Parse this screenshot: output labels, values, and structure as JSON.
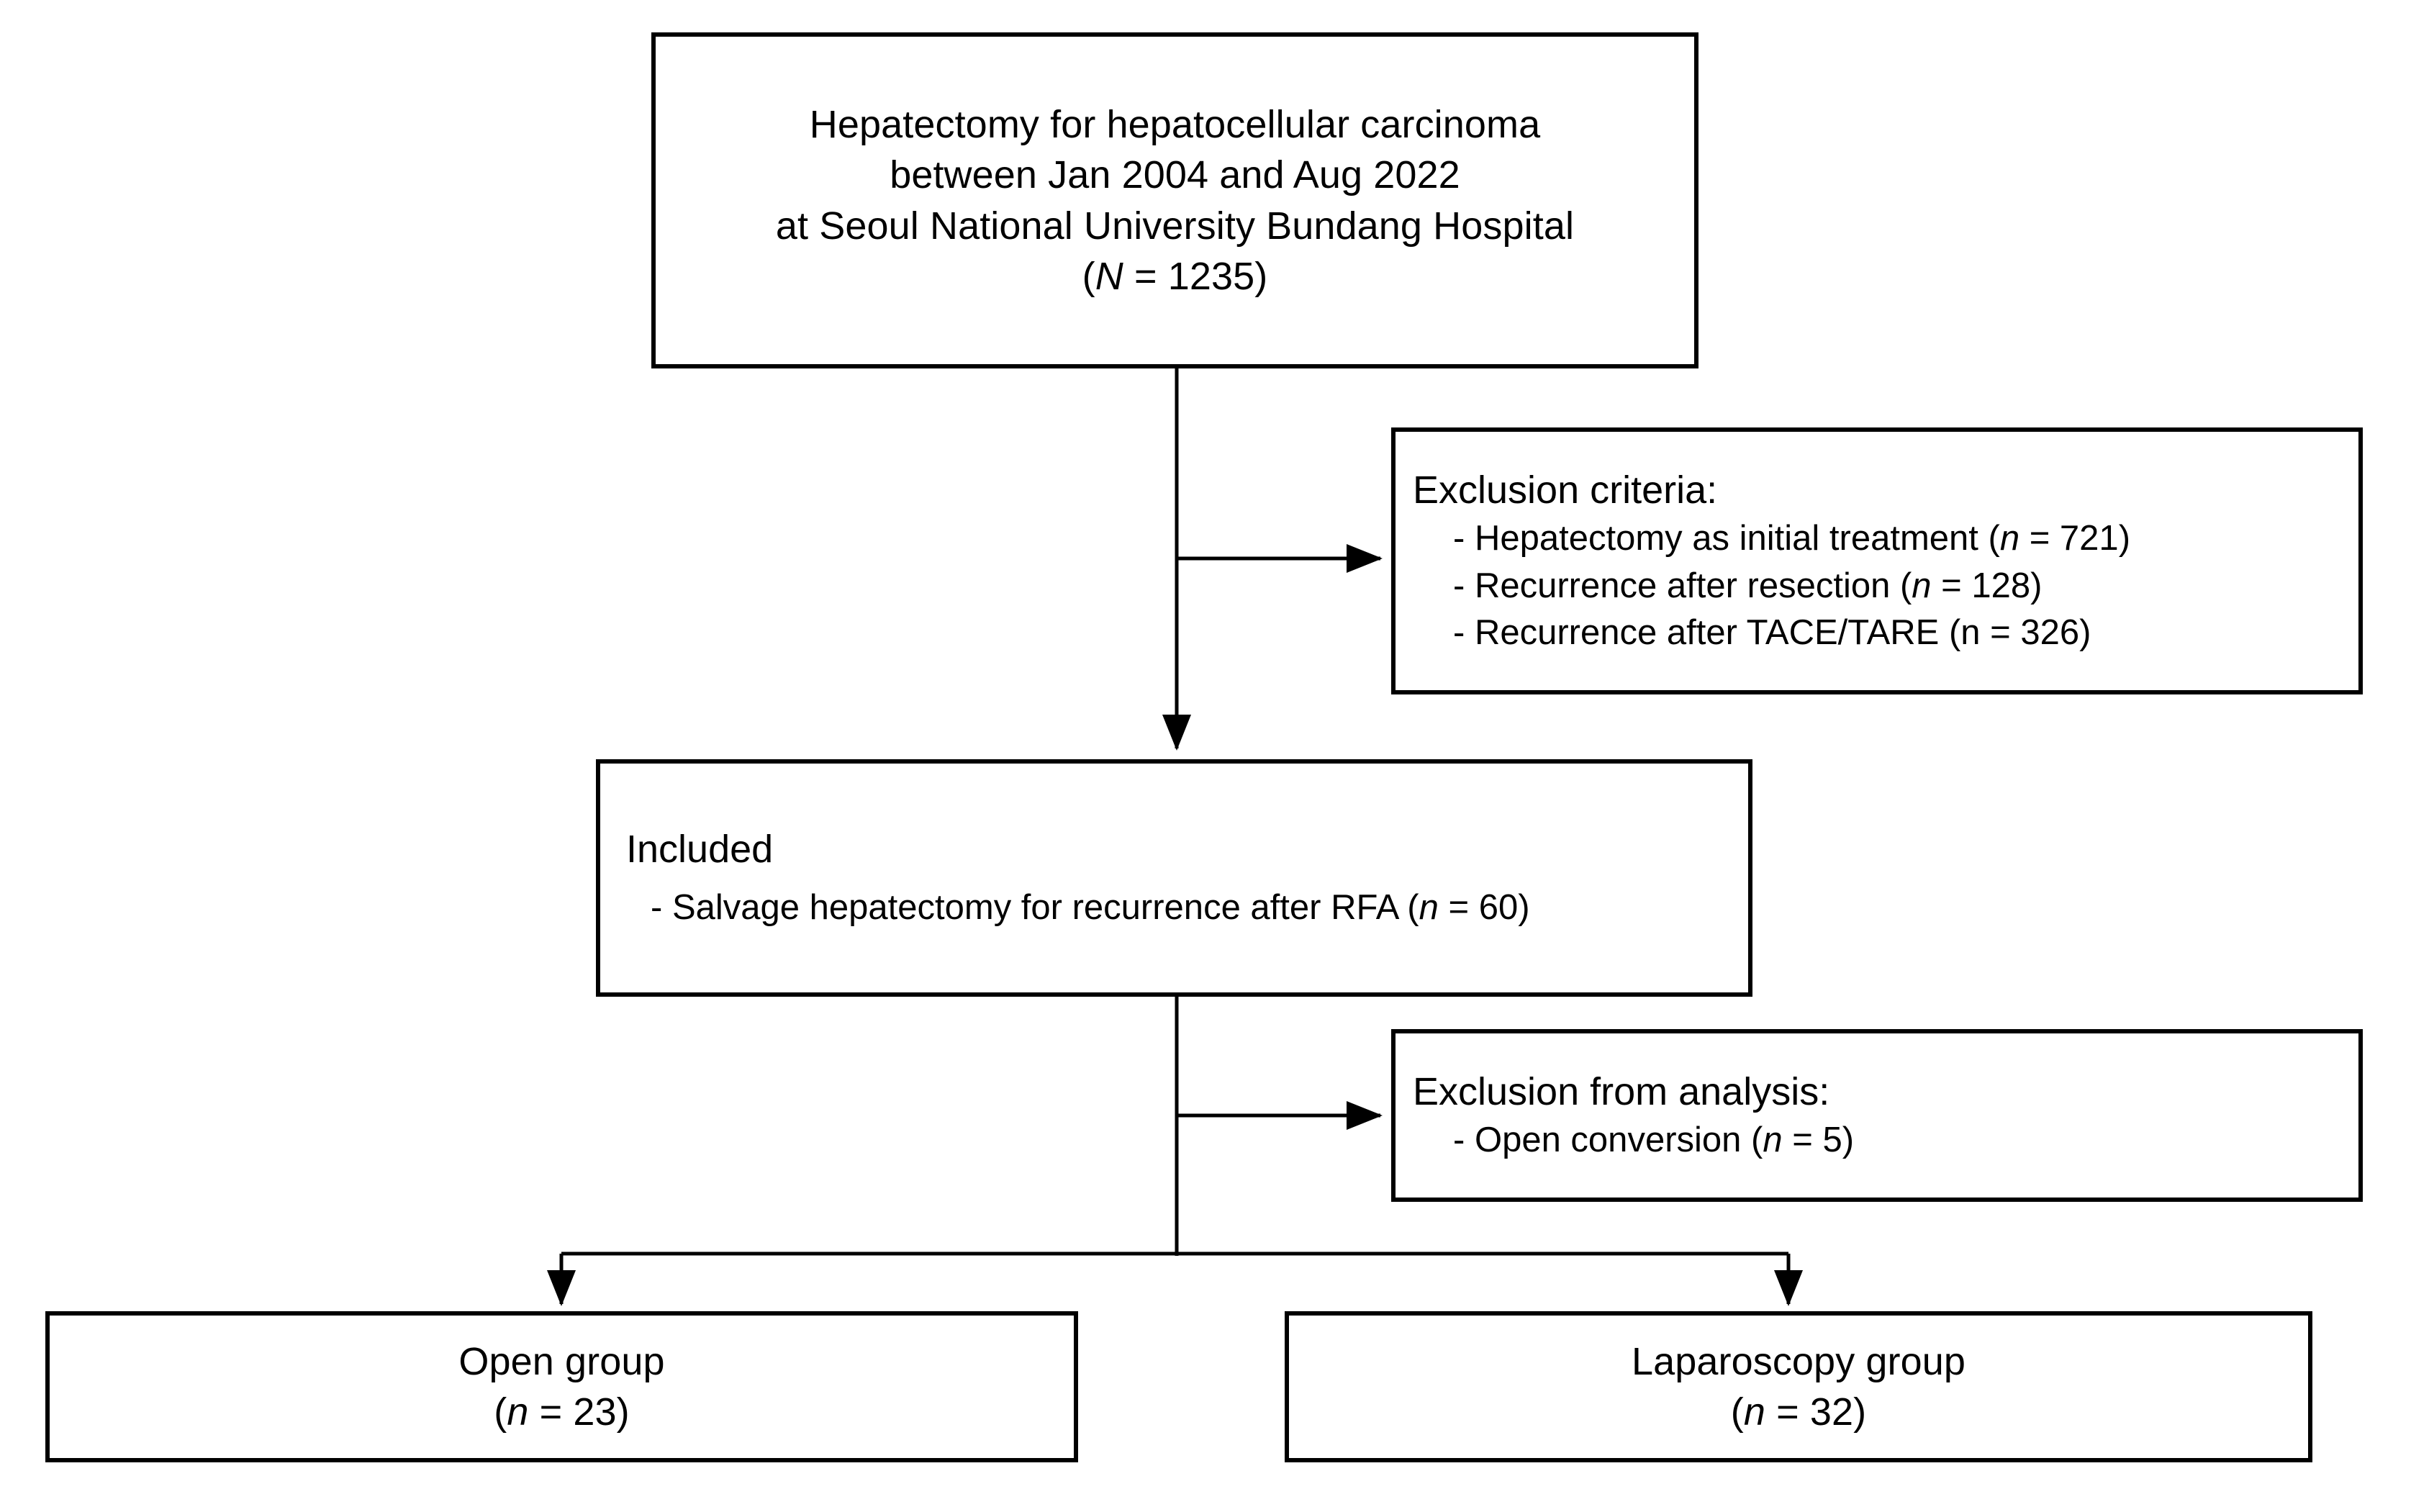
{
  "diagram": {
    "title": "Study flow diagram of salvage hepatectomy for recurrent hepatocellular carcinoma after RFA",
    "type": "flowchart",
    "accent_color": "#000000",
    "background_color": "#ffffff"
  },
  "nodes": {
    "source": {
      "name": "source-population",
      "lines": [
        "Hepatectomy for hepatocellular carcinoma",
        "between Jan 2004 and Aug 2022",
        "at Seoul National University Bundang Hospital"
      ],
      "count_prefix": "(",
      "count_symbol": "N",
      "count_middle": " = ",
      "count_value": "1235",
      "count_suffix": ")"
    },
    "exclusion_criteria": {
      "name": "exclusion-criteria",
      "heading": "Exclusion criteria:",
      "items": [
        {
          "dash": "-",
          "text": "Hepatectomy as initial treatment (",
          "symbol": "n",
          "symbol_italic": true,
          "middle": " = ",
          "value": "721",
          "suffix": ")"
        },
        {
          "dash": "-",
          "text": "Recurrence after resection (",
          "symbol": "n",
          "symbol_italic": true,
          "middle": " = ",
          "value": "128",
          "suffix": ")"
        },
        {
          "dash": "-",
          "text": "Recurrence after TACE/TARE (",
          "symbol": "n",
          "symbol_italic": false,
          "middle": " = ",
          "value": "326",
          "suffix": ")"
        }
      ]
    },
    "included": {
      "name": "included-cohort",
      "heading": "Included",
      "items": [
        {
          "dash": "-",
          "text": "Salvage hepatectomy for recurrence after RFA (",
          "symbol": "n",
          "symbol_italic": true,
          "middle": " = ",
          "value": "60",
          "suffix": ")"
        }
      ]
    },
    "exclusion_analysis": {
      "name": "exclusion-from-analysis",
      "heading": "Exclusion from analysis:",
      "items": [
        {
          "dash": "-",
          "text": "Open conversion (",
          "symbol": "n",
          "symbol_italic": true,
          "middle": " = ",
          "value": "5",
          "suffix": ")"
        }
      ]
    },
    "open_group": {
      "name": "open-group",
      "label": "Open group",
      "count_prefix": "(",
      "count_symbol": "n",
      "count_middle": " = ",
      "count_value": "23",
      "count_suffix": ")"
    },
    "laparoscopy_group": {
      "name": "laparoscopy-group",
      "label": "Laparoscopy group",
      "count_prefix": "(",
      "count_symbol": "n",
      "count_middle": " = ",
      "count_value": "32",
      "count_suffix": ")"
    }
  },
  "connectors": [
    {
      "name": "source-to-included",
      "from": "source",
      "to": "included",
      "style": "arrow-down"
    },
    {
      "name": "source-to-exclusion-criteria",
      "from": "source-spine",
      "to": "exclusion_criteria",
      "style": "arrow-right"
    },
    {
      "name": "included-to-exclusion-analysis",
      "from": "included-spine",
      "to": "exclusion_analysis",
      "style": "arrow-right"
    },
    {
      "name": "included-to-open-group",
      "from": "included-spine",
      "to": "open_group",
      "style": "elbow-arrow-down"
    },
    {
      "name": "included-to-laparoscopy-group",
      "from": "included-spine",
      "to": "laparoscopy_group",
      "style": "elbow-arrow-down"
    }
  ],
  "chart_data": {
    "type": "flowchart",
    "title": "Patient selection flow",
    "total_screened": 1235,
    "excluded_criteria": [
      {
        "reason": "Hepatectomy as initial treatment",
        "n": 721
      },
      {
        "reason": "Recurrence after resection",
        "n": 128
      },
      {
        "reason": "Recurrence after TACE/TARE",
        "n": 326
      }
    ],
    "included": {
      "reason": "Salvage hepatectomy for recurrence after RFA",
      "n": 60
    },
    "excluded_from_analysis": [
      {
        "reason": "Open conversion",
        "n": 5
      }
    ],
    "final_groups": [
      {
        "name": "Open group",
        "n": 23
      },
      {
        "name": "Laparoscopy group",
        "n": 32
      }
    ]
  }
}
